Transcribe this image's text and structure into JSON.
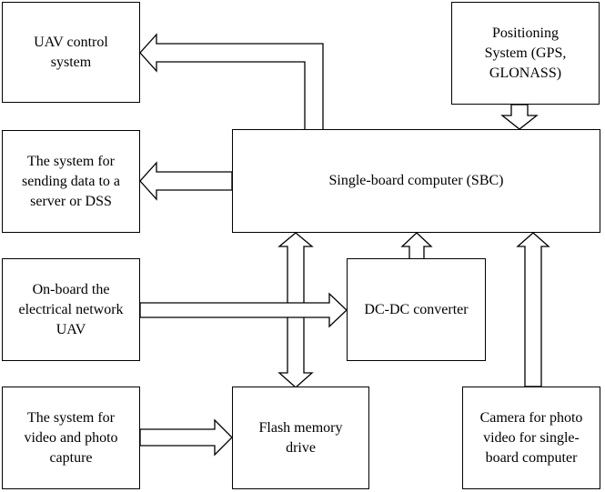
{
  "blocks": {
    "uav_control": "UAV control\nsystem",
    "positioning": "Positioning\nSystem (GPS,\nGLONASS)",
    "sending_data": "The system for\nsending data to a\nserver or DSS",
    "sbc": "Single-board computer (SBC)",
    "onboard_network": "On-board the\nelectrical network\nUAV",
    "dcdc": "DC-DC converter",
    "video_capture": "The system for\nvideo and photo\ncapture",
    "flash": "Flash memory\ndrive",
    "camera": "Camera for photo\nvideo for single-\nboard computer"
  }
}
